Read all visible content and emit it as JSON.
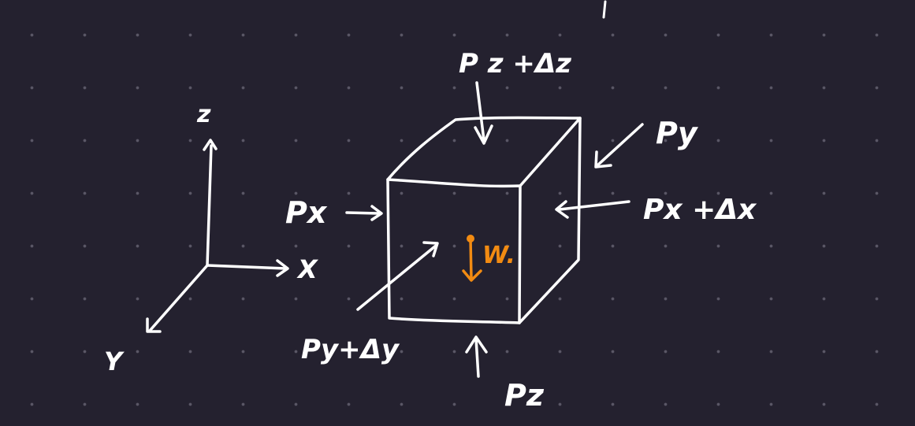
{
  "colors": {
    "background": "#24212f",
    "dot": "#5a5766",
    "ink": "#ffffff",
    "weight": "#f28b12"
  },
  "axes": {
    "z": "z",
    "x": "X",
    "y": "Y"
  },
  "pressures": {
    "top": "P z +Δz",
    "right_back": "Py",
    "left": "Px",
    "right": "Px +Δx",
    "front": "Py+Δy",
    "bottom": "Pz"
  },
  "weight_label": "W."
}
